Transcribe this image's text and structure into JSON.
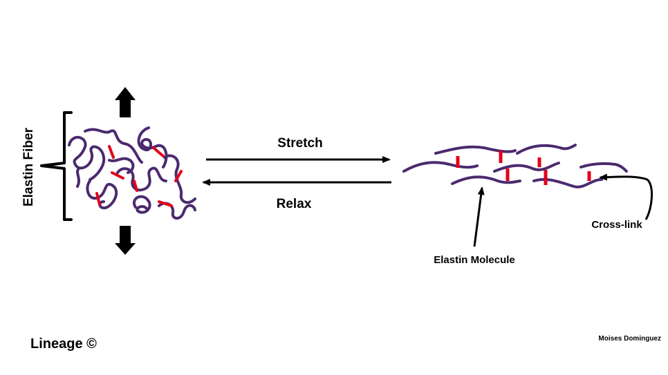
{
  "labels": {
    "elastin_fiber": "Elastin Fiber",
    "stretch": "Stretch",
    "relax": "Relax",
    "cross_link": "Cross-link",
    "elastin_molecule": "Elastin Molecule",
    "brand": "Lineage ©",
    "author": "Moises Dominguez"
  },
  "colors": {
    "chain": "#4b2a6e",
    "cross_link": "#e3001b",
    "arrow": "#000000",
    "background": "#ffffff"
  },
  "icons": {
    "expand_up": "up-arrow-icon",
    "expand_down": "down-arrow-icon"
  }
}
